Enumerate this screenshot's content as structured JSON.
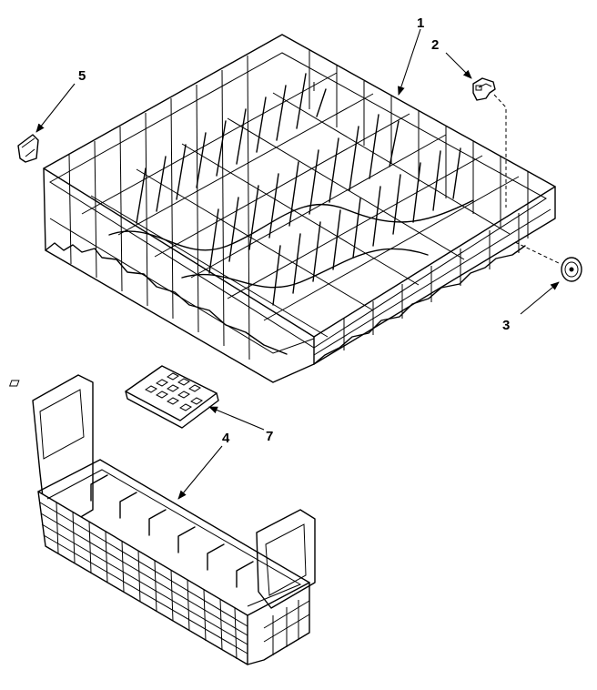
{
  "callouts": [
    {
      "id": "1",
      "label": "1"
    },
    {
      "id": "2",
      "label": "2"
    },
    {
      "id": "3",
      "label": "3"
    },
    {
      "id": "4",
      "label": "4"
    },
    {
      "id": "5",
      "label": "5"
    },
    {
      "id": "7",
      "label": "7"
    }
  ],
  "parts": [
    "lower-rack",
    "rack-clip",
    "rack-wheel",
    "silverware-basket",
    "rack-bumper",
    "basket-cover"
  ],
  "colors": {
    "line": "#000000",
    "background": "#ffffff"
  }
}
